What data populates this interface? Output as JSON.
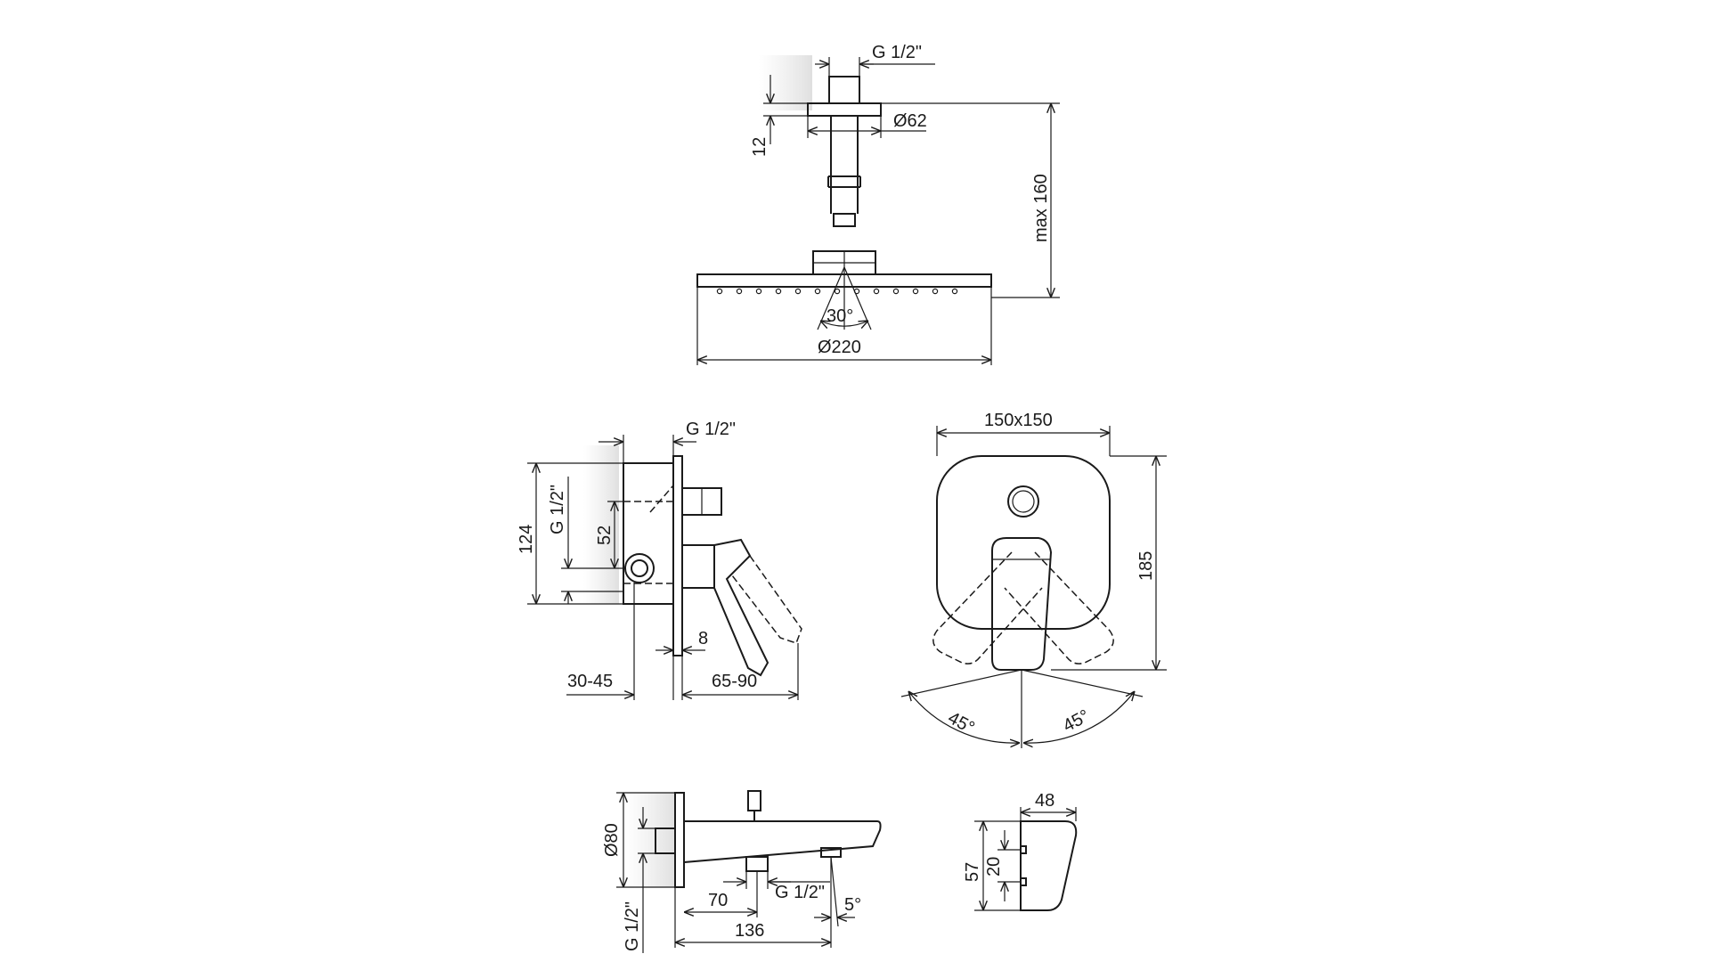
{
  "shower_head": {
    "thread_label": "G 1/2\"",
    "flange_diameter_label": "Ø62",
    "flange_height_label": "12",
    "max_height_label": "max 160",
    "spray_angle_label": "30°",
    "head_diameter_label": "Ø220"
  },
  "mixer_side": {
    "thread_top_label": "G 1/2\"",
    "height_label": "124",
    "thread_left_label": "G 1/2\"",
    "inner_height_label": "52",
    "plate_label": "8",
    "depth_left_label": "30-45",
    "depth_right_label": "65-90"
  },
  "mixer_front": {
    "plate_size_label": "150x150",
    "height_label": "185",
    "left_angle_label": "45°",
    "right_angle_label": "45°"
  },
  "spout": {
    "diameter_label": "Ø80",
    "thread_left_label": "G 1/2\"",
    "offset_label": "70",
    "thread_bottom_label": "G 1/2\"",
    "angle_label": "5°",
    "length_label": "136"
  },
  "spout_end": {
    "width_label": "48",
    "height_label": "57",
    "inner_label": "20"
  }
}
